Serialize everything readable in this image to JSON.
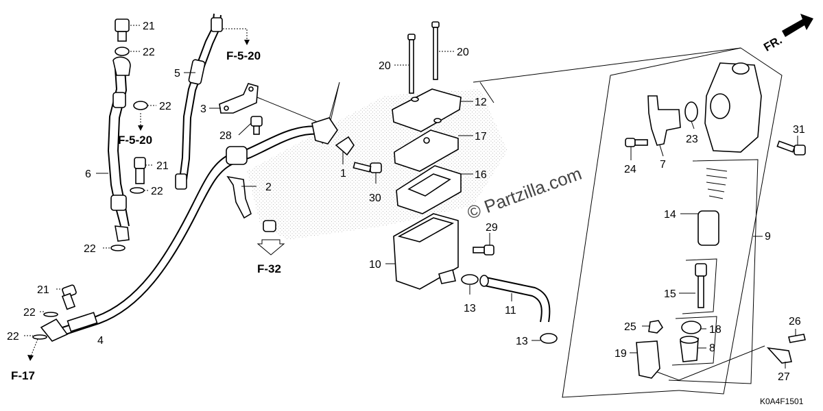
{
  "callouts": [
    {
      "id": "c1",
      "label": "1"
    },
    {
      "id": "c2",
      "label": "2"
    },
    {
      "id": "c3",
      "label": "3"
    },
    {
      "id": "c4",
      "label": "4"
    },
    {
      "id": "c5",
      "label": "5"
    },
    {
      "id": "c6",
      "label": "6"
    },
    {
      "id": "c7",
      "label": "7"
    },
    {
      "id": "c8",
      "label": "8"
    },
    {
      "id": "c9",
      "label": "9"
    },
    {
      "id": "c10",
      "label": "10"
    },
    {
      "id": "c11",
      "label": "11"
    },
    {
      "id": "c12",
      "label": "12"
    },
    {
      "id": "c13a",
      "label": "13"
    },
    {
      "id": "c13b",
      "label": "13"
    },
    {
      "id": "c14",
      "label": "14"
    },
    {
      "id": "c15",
      "label": "15"
    },
    {
      "id": "c16",
      "label": "16"
    },
    {
      "id": "c17",
      "label": "17"
    },
    {
      "id": "c18",
      "label": "18"
    },
    {
      "id": "c19",
      "label": "19"
    },
    {
      "id": "c20a",
      "label": "20"
    },
    {
      "id": "c20b",
      "label": "20"
    },
    {
      "id": "c21a",
      "label": "21"
    },
    {
      "id": "c21b",
      "label": "21"
    },
    {
      "id": "c21c",
      "label": "21"
    },
    {
      "id": "c22a",
      "label": "22"
    },
    {
      "id": "c22b",
      "label": "22"
    },
    {
      "id": "c22c",
      "label": "22"
    },
    {
      "id": "c22d",
      "label": "22"
    },
    {
      "id": "c22e",
      "label": "22"
    },
    {
      "id": "c22f",
      "label": "22"
    },
    {
      "id": "c23",
      "label": "23"
    },
    {
      "id": "c24",
      "label": "24"
    },
    {
      "id": "c25",
      "label": "25"
    },
    {
      "id": "c26",
      "label": "26"
    },
    {
      "id": "c27",
      "label": "27"
    },
    {
      "id": "c28",
      "label": "28"
    },
    {
      "id": "c29",
      "label": "29"
    },
    {
      "id": "c30",
      "label": "30"
    },
    {
      "id": "c31",
      "label": "31"
    }
  ],
  "references": {
    "f520_top": "F-5-20",
    "f520_left": "F-5-20",
    "f32": "F-32",
    "f17": "F-17"
  },
  "front_marker": "FR.",
  "watermark": "© Partzilla.com",
  "diagram_code": "K0A4F1501"
}
